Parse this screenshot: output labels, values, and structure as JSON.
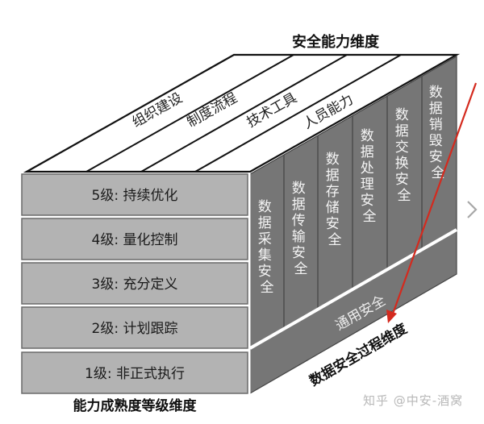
{
  "diagram": {
    "top_dimension_title": "安全能力维度",
    "bottom_left_dimension_title": "能力成熟度等级维度",
    "side_dimension_title": "数据安全过程维度",
    "capability_dimensions": [
      "组织建设",
      "制度流程",
      "技术工具",
      "人员能力"
    ],
    "maturity_levels": [
      {
        "label": "5级: 持续优化"
      },
      {
        "label": "4级: 量化控制"
      },
      {
        "label": "3级: 充分定义"
      },
      {
        "label": "2级: 计划跟踪"
      },
      {
        "label": "1级: 非正式执行"
      }
    ],
    "process_stages": [
      {
        "chars": [
          "数",
          "据",
          "采",
          "集",
          "安",
          "全"
        ],
        "label": "数据采集安全"
      },
      {
        "chars": [
          "数",
          "据",
          "传",
          "输",
          "安",
          "全"
        ],
        "label": "数据传输安全"
      },
      {
        "chars": [
          "数",
          "据",
          "存",
          "储",
          "安",
          "全"
        ],
        "label": "数据存储安全"
      },
      {
        "chars": [
          "数",
          "据",
          "处",
          "理",
          "安",
          "全"
        ],
        "label": "数据处理安全"
      },
      {
        "chars": [
          "数",
          "据",
          "交",
          "换",
          "安",
          "全"
        ],
        "label": "数据交换安全"
      },
      {
        "chars": [
          "数",
          "据",
          "销",
          "毁",
          "安",
          "全"
        ],
        "label": "数据销毁安全"
      }
    ],
    "general_security": "通用安全",
    "colors": {
      "front_face": "#b3b3b3",
      "side_face": "#767676",
      "top_face": "#ffffff",
      "arrow": "#d42a1e",
      "outline": "#111111"
    }
  },
  "watermark": "知乎 @中安-酒窝",
  "nav": {
    "next_icon": "chevron-right-icon"
  }
}
